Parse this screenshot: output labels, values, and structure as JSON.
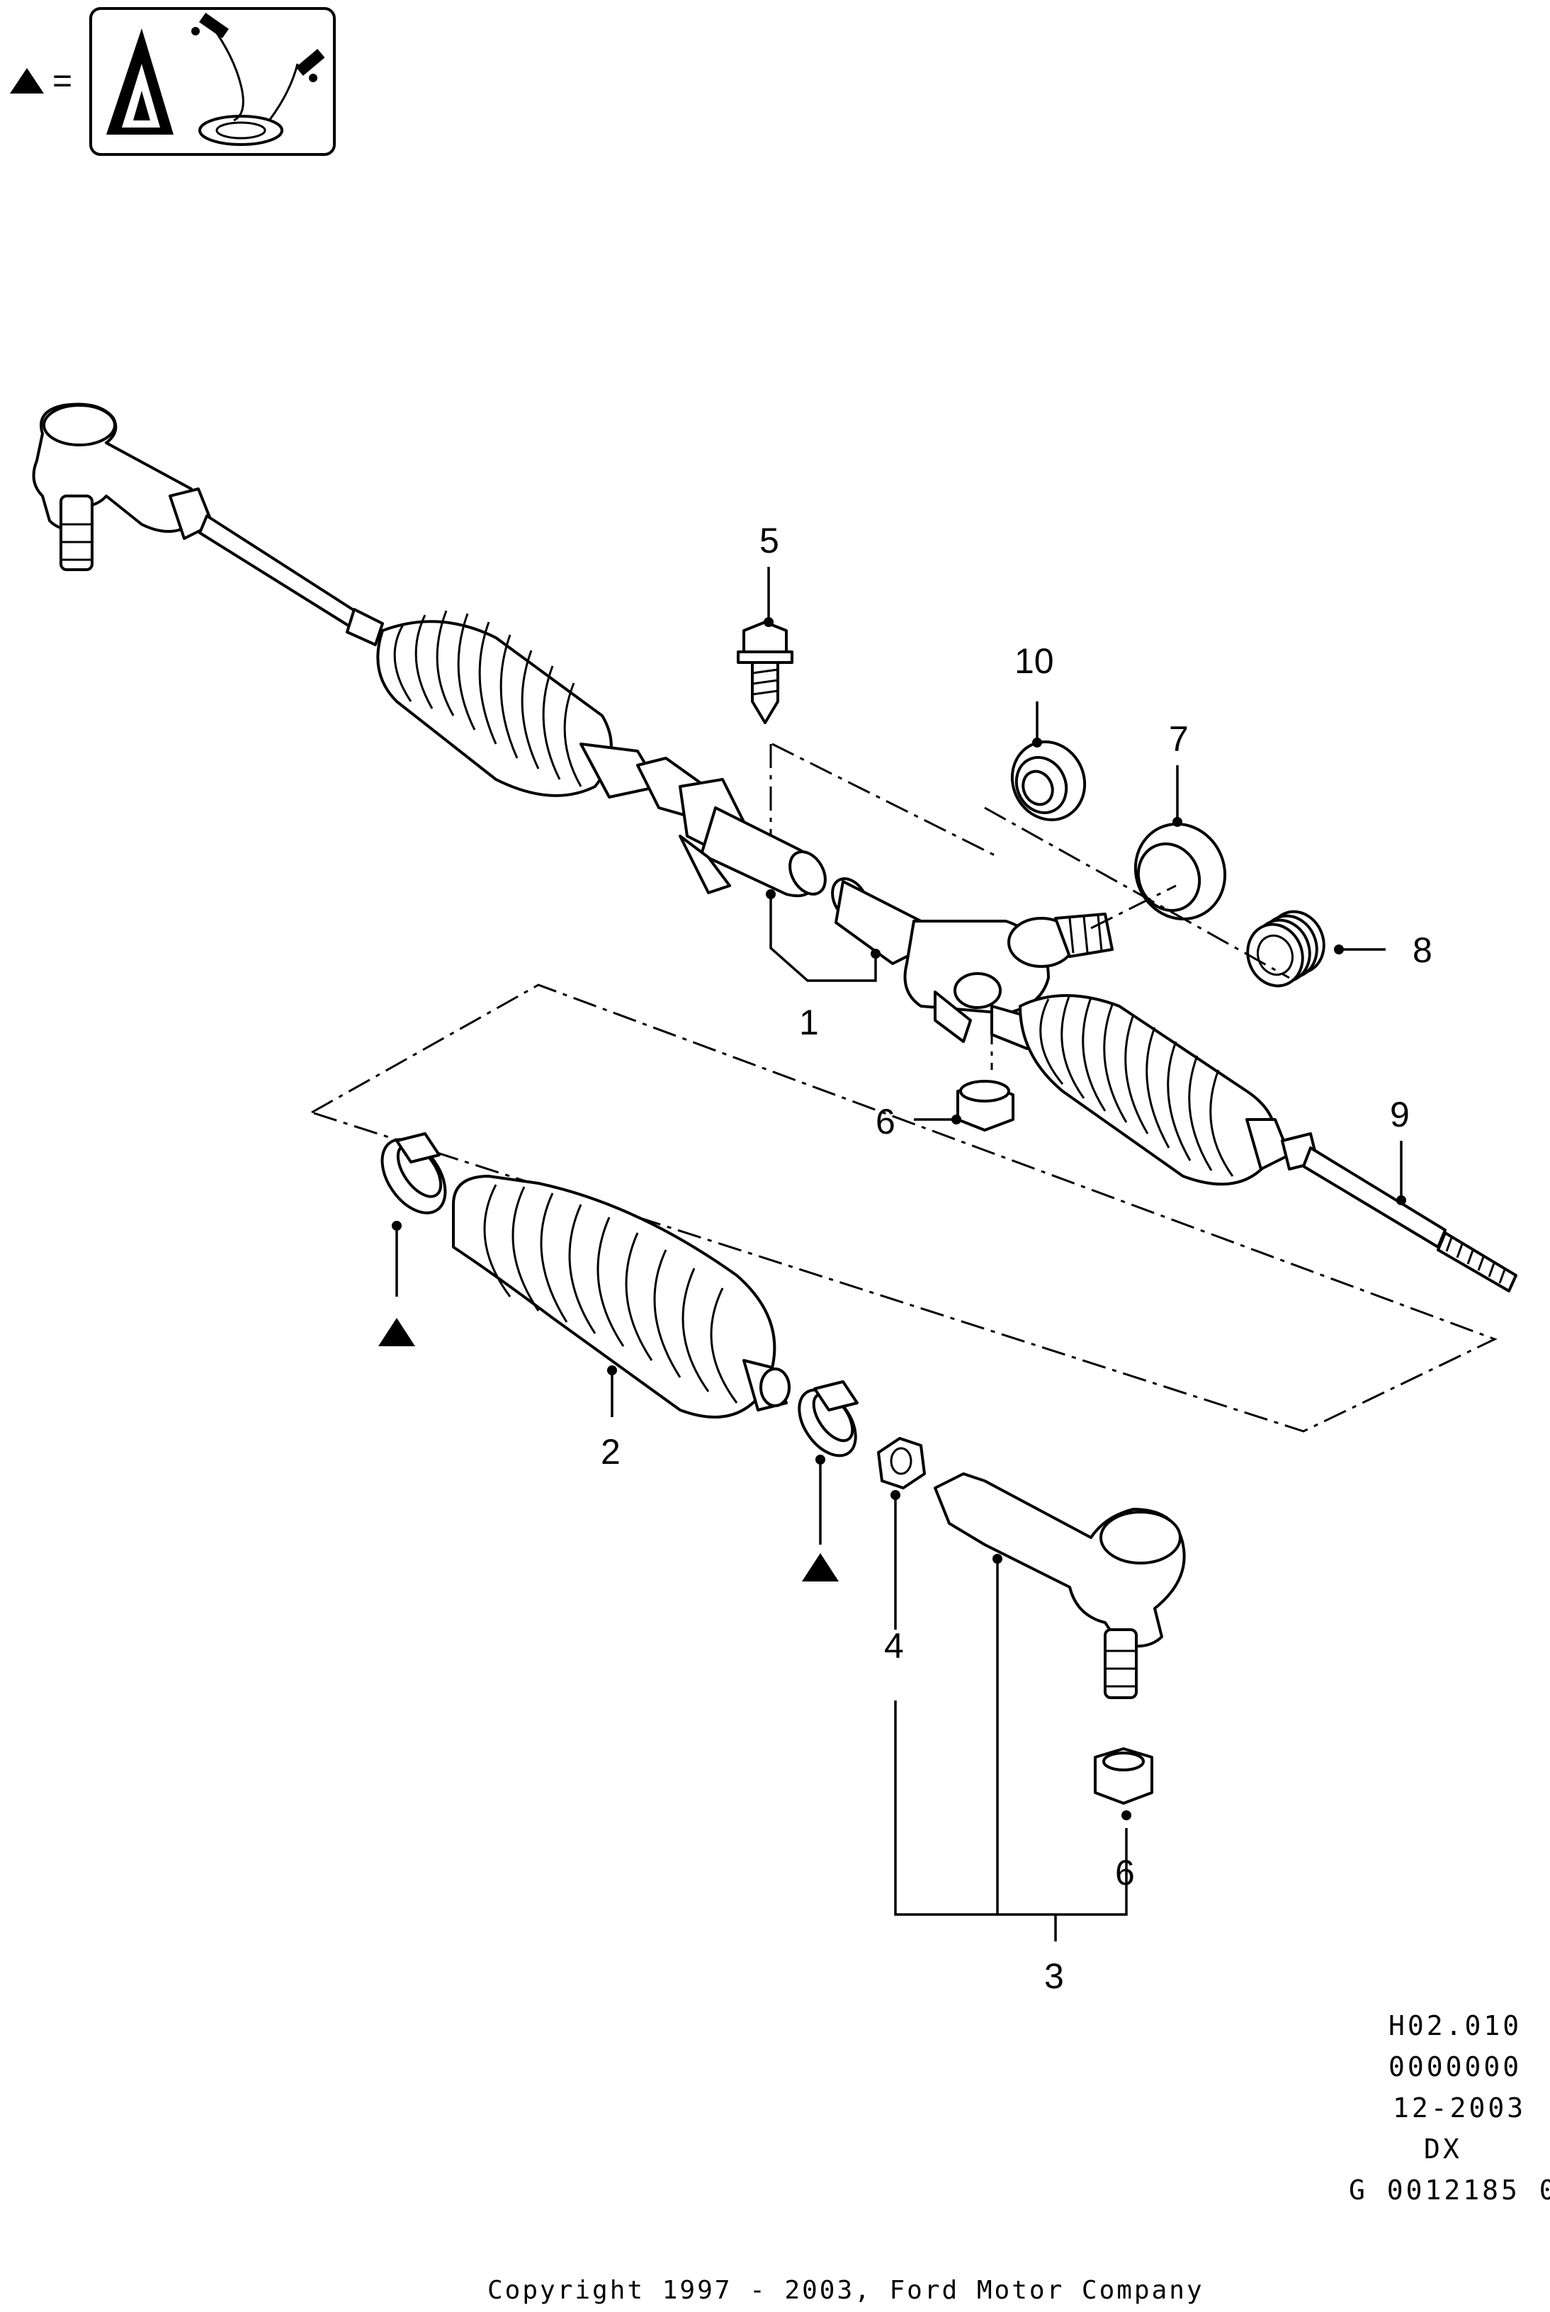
{
  "legend": {
    "equals": "=",
    "icon": "warning-triangle-tool-icon"
  },
  "callouts": {
    "p1": "1",
    "p2": "2",
    "p3": "3",
    "p4": "4",
    "p5": "5",
    "p6a": "6",
    "p6b": "6",
    "p7": "7",
    "p8": "8",
    "p9": "9",
    "p10": "10"
  },
  "info": {
    "line1": "H02.010",
    "line2": "0000000",
    "line3": "12-2003",
    "line4": "DX",
    "line5": "G 0012185 0"
  },
  "copyright": "Copyright 1997 - 2003, Ford Motor Company"
}
